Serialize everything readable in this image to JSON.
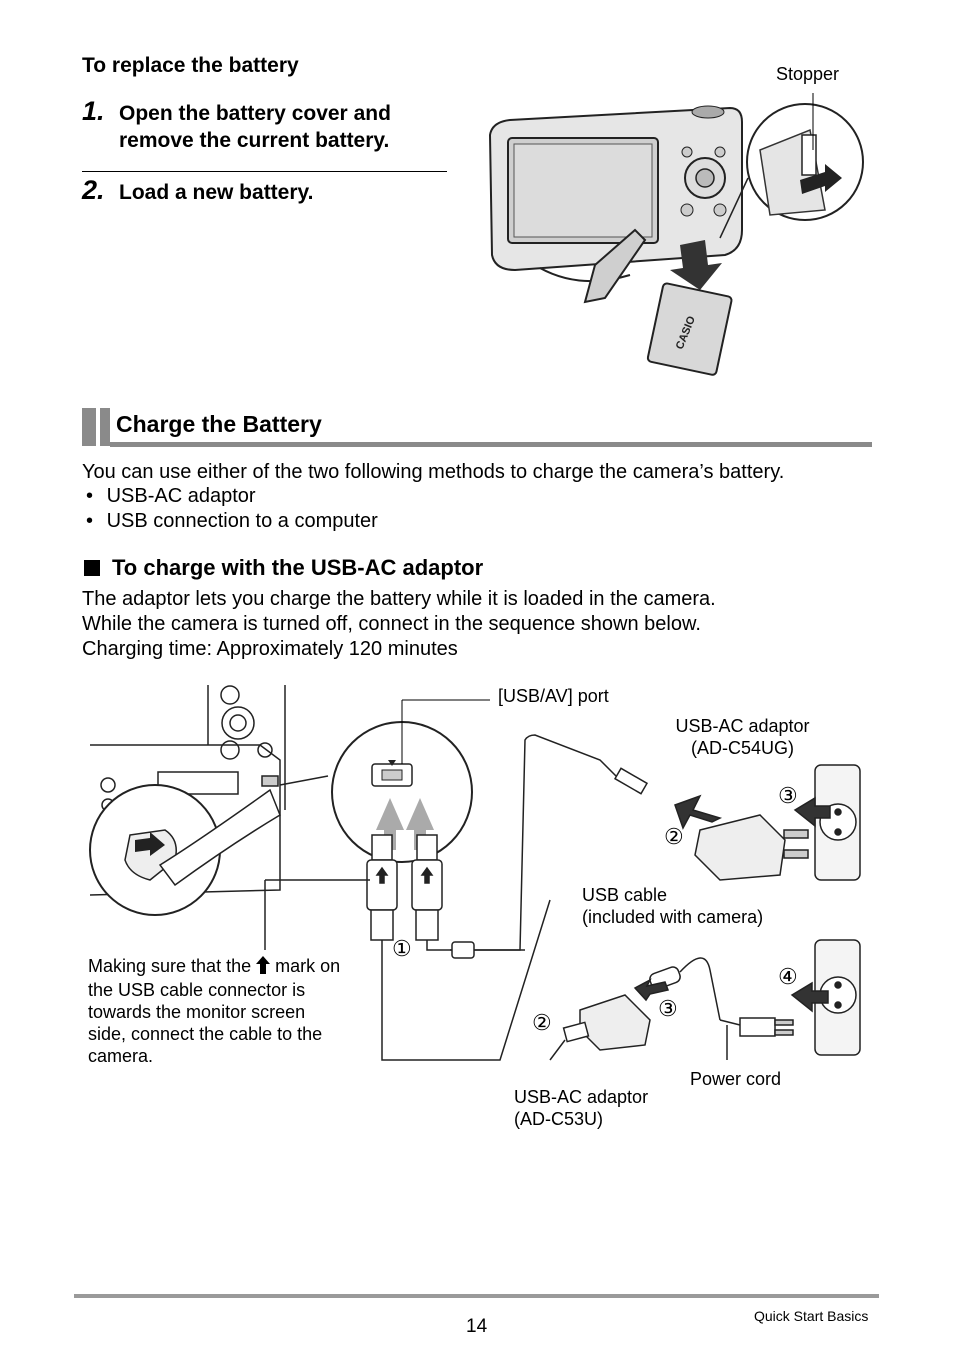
{
  "replace": {
    "heading": "To replace the battery",
    "step1_num": "1.",
    "step1_line1": "Open the battery cover and",
    "step1_line2": "remove the current battery.",
    "step2_num": "2.",
    "step2_text": "Load a new battery.",
    "stopper_label": "Stopper",
    "battery_brand": "CASIO"
  },
  "charge": {
    "section_title": "Charge the Battery",
    "intro": "You can use either of the two following methods to charge the camera’s battery.",
    "bullets": [
      "USB-AC adaptor",
      "USB connection to a computer"
    ],
    "bullet_glyph": "•",
    "sub_heading": "To charge with the USB-AC adaptor",
    "para1": "The adaptor lets you charge the battery while it is loaded in the camera.",
    "para2": "While the camera is turned off, connect in the sequence shown below.",
    "para3": "Charging time: Approximately 120 minutes"
  },
  "diagram": {
    "usb_av_port": "[USB/AV] port",
    "adaptor1_line1": "USB-AC adaptor",
    "adaptor1_line2": "(AD-C54UG)",
    "usb_cable_line1": "USB cable",
    "usb_cable_line2": "(included with camera)",
    "note_line1_a": "Making sure that the",
    "note_line1_b": "mark on",
    "note_line2": "the USB cable connector is",
    "note_line3": "towards the monitor screen",
    "note_line4": "side, connect the cable to the",
    "note_line5": "camera.",
    "power_cord": "Power cord",
    "adaptor2_line1": "USB-AC adaptor",
    "adaptor2_line2": "(AD-C53U)",
    "step_markers": [
      "①",
      "②",
      "③",
      "④"
    ]
  },
  "footer": {
    "page_number": "14",
    "section": "Quick Start Basics"
  }
}
